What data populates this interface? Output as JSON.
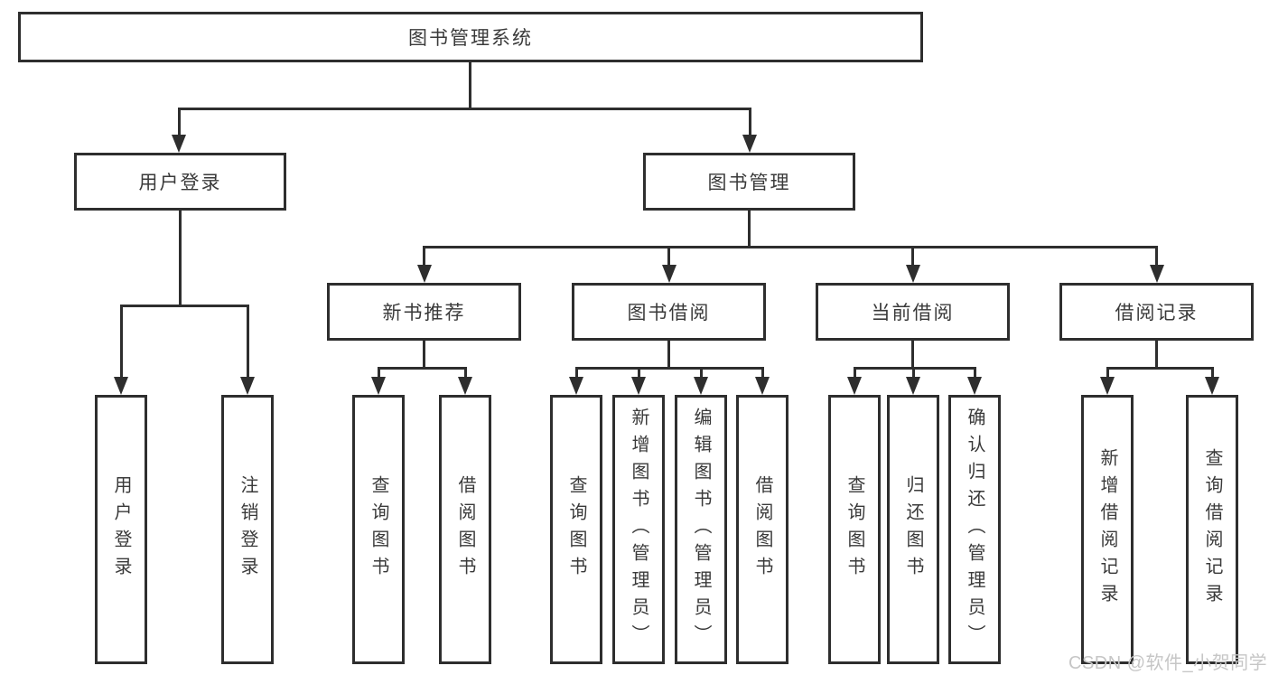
{
  "colors": {
    "line": "#2e2e2e",
    "text": "#3a3a3a",
    "watermark": "#c6c6c6",
    "background": "#ffffff"
  },
  "root": {
    "label": "图书管理系统"
  },
  "level2": {
    "user_login": "用户登录",
    "book_management": "图书管理"
  },
  "level3": {
    "new_book_recommend": "新书推荐",
    "book_borrow": "图书借阅",
    "current_borrow": "当前借阅",
    "borrow_records": "借阅记录"
  },
  "leaves": {
    "user_login_group": [
      "用户登录",
      "注销登录"
    ],
    "new_book_recommend_group": [
      "查询图书",
      "借阅图书"
    ],
    "book_borrow_group": [
      "查询图书",
      "新增图书（管理员）",
      "编辑图书（管理员）",
      "借阅图书"
    ],
    "current_borrow_group": [
      "查询图书",
      "归还图书",
      "确认归还（管理员）"
    ],
    "borrow_records_group": [
      "新增借阅记录",
      "查询借阅记录"
    ]
  },
  "watermark": {
    "text": "CSDN @软件_小贺同学"
  }
}
